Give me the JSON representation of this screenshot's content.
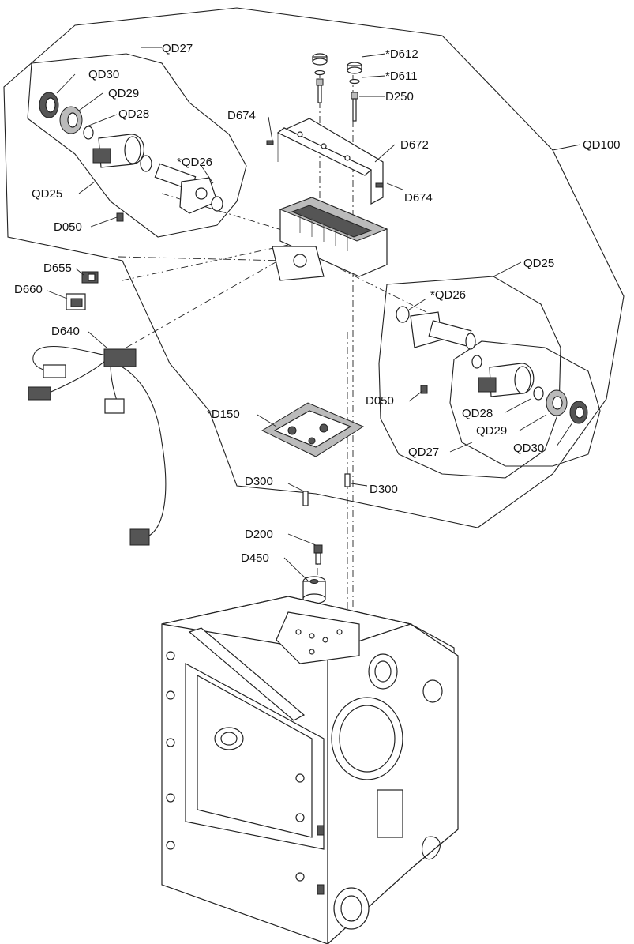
{
  "labels": {
    "d612": "*D612",
    "d611": "*D611",
    "d250": "D250",
    "d674_top": "D674",
    "d672": "D672",
    "d674_right": "D674",
    "qd100": "QD100",
    "qd27_left": "QD27",
    "qd30_left": "QD30",
    "qd29_left": "QD29",
    "qd28_left": "QD28",
    "qd26_left": "*QD26",
    "qd25_left": "QD25",
    "d050_left": "D050",
    "d655": "D655",
    "d660": "D660",
    "d640": "D640",
    "qd25_right": "QD25",
    "qd26_right": "*QD26",
    "d050_right": "D050",
    "qd28_right": "QD28",
    "qd29_right": "QD29",
    "qd27_right": "QD27",
    "qd30_right": "QD30",
    "d150": "*D150",
    "d300_left": "D300",
    "d300_right": "D300",
    "d200": "D200",
    "d450": "D450"
  }
}
